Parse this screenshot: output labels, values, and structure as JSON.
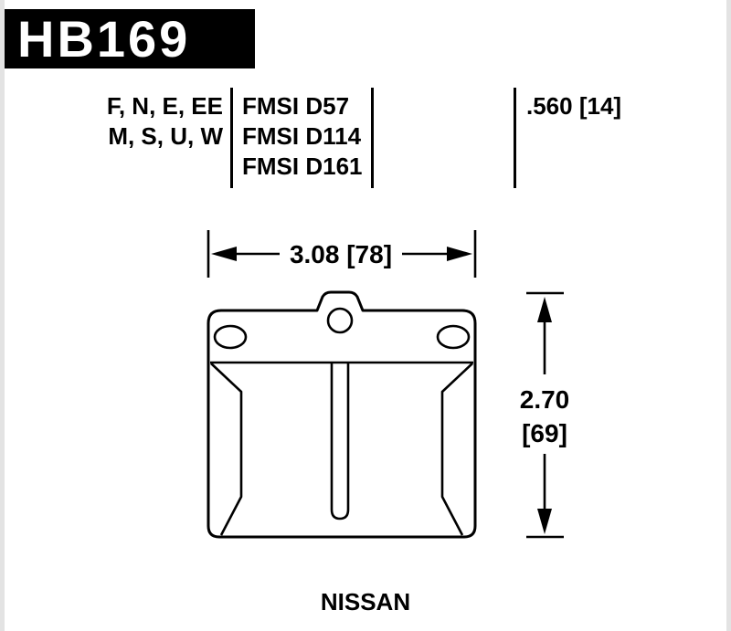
{
  "part_number": "HB169",
  "spec_table": {
    "compounds_line1": "F, N, E, EE",
    "compounds_line2": "M, S, U, W",
    "fmsi": [
      "FMSI D57",
      "FMSI D114",
      "FMSI D161"
    ],
    "pad_thickness": ".560 [14]"
  },
  "dimensions": {
    "width_label": "3.08 [78]",
    "height_value": "2.70",
    "height_mm": "[69]"
  },
  "application": "NISSAN"
}
